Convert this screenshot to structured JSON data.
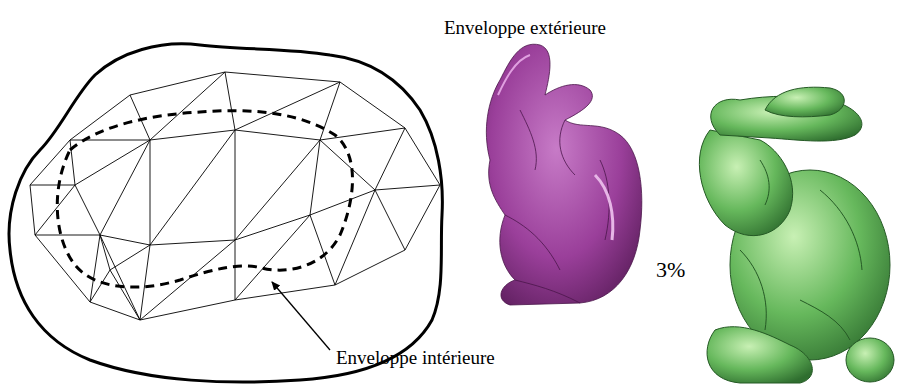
{
  "diagram": {
    "labels": [
      "Enveloppe extérieure",
      "3%",
      "Enveloppe intérieure"
    ]
  }
}
